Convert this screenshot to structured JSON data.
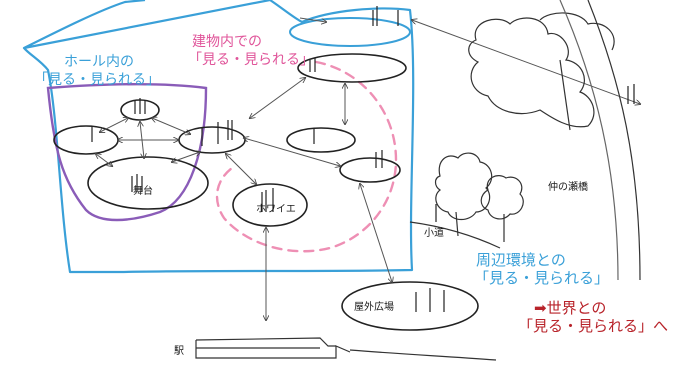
{
  "labels": {
    "hall_heading": "ホール内の",
    "hall_mirei": "「見る・見られる」",
    "building_heading": "建物内での",
    "building_mirei": "「見る・見られる」",
    "stage": "舞台",
    "foyer": "ホワイエ",
    "bridge": "仲の瀬橋",
    "path": "小道",
    "surroundings_heading": "周辺環境との",
    "surroundings_mirei": "「見る・見られる」",
    "plaza": "屋外広場",
    "station": "駅",
    "world_heading": "➡世界との",
    "world_mirei": "「見る・見られる」へ"
  },
  "colors": {
    "building_outline": "#3aa0d8",
    "hall_outline": "#8a5cb8",
    "building_zone_dash": "#ee8fb4",
    "ink": "#2a2a2a",
    "world_text": "#b8232a"
  }
}
